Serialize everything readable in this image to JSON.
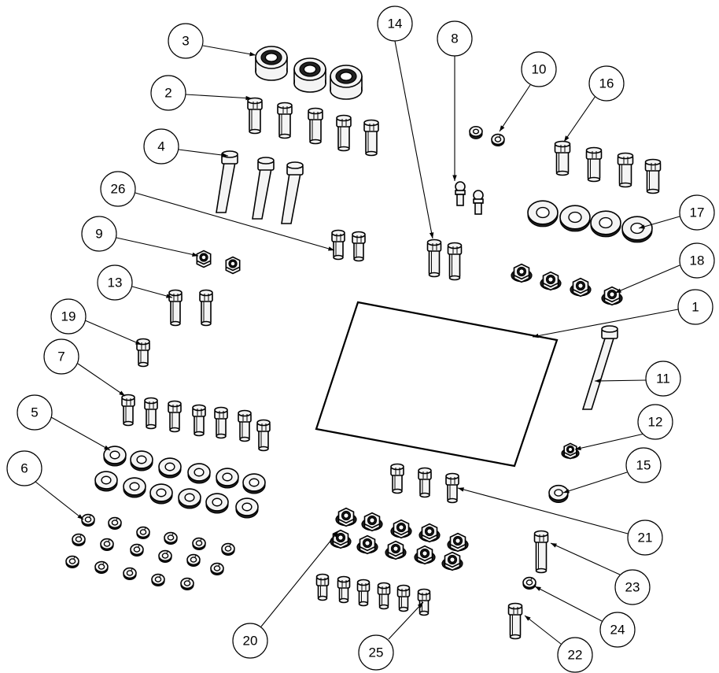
{
  "diagram": {
    "balloons": [
      {
        "id": "1",
        "label": "1"
      },
      {
        "id": "2",
        "label": "2"
      },
      {
        "id": "3",
        "label": "3"
      },
      {
        "id": "4",
        "label": "4"
      },
      {
        "id": "5",
        "label": "5"
      },
      {
        "id": "6",
        "label": "6"
      },
      {
        "id": "7",
        "label": "7"
      },
      {
        "id": "8",
        "label": "8"
      },
      {
        "id": "9",
        "label": "9"
      },
      {
        "id": "10",
        "label": "10"
      },
      {
        "id": "11",
        "label": "11"
      },
      {
        "id": "12",
        "label": "12"
      },
      {
        "id": "13",
        "label": "13"
      },
      {
        "id": "14",
        "label": "14"
      },
      {
        "id": "15",
        "label": "15"
      },
      {
        "id": "16",
        "label": "16"
      },
      {
        "id": "17",
        "label": "17"
      },
      {
        "id": "18",
        "label": "18"
      },
      {
        "id": "19",
        "label": "19"
      },
      {
        "id": "20",
        "label": "20"
      },
      {
        "id": "21",
        "label": "21"
      },
      {
        "id": "22",
        "label": "22"
      },
      {
        "id": "23",
        "label": "23"
      },
      {
        "id": "24",
        "label": "24"
      },
      {
        "id": "25",
        "label": "25"
      },
      {
        "id": "26",
        "label": "26"
      }
    ]
  }
}
